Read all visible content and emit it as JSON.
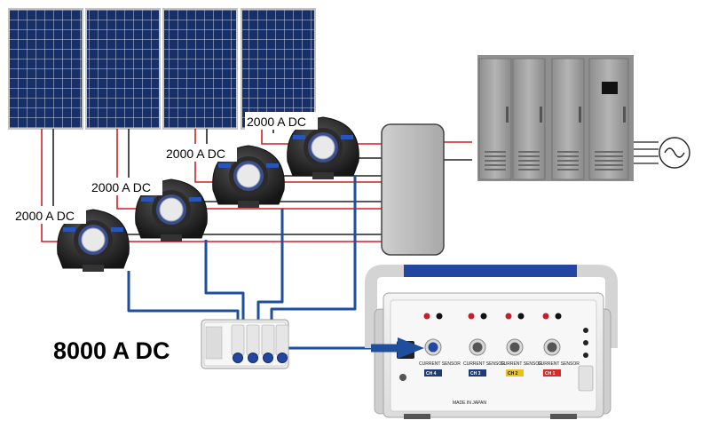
{
  "labels": {
    "sensor_rating": "2000 A DC",
    "total_rating": "8000 A DC"
  },
  "analyzer": {
    "channels": [
      {
        "tag": "CH 4",
        "caption": "CURRENT SENSOR",
        "color": "#1f3a78"
      },
      {
        "tag": "CH 3",
        "caption": "CURRENT SENSOR",
        "color": "#1f3a78"
      },
      {
        "tag": "CH 2",
        "caption": "CURRENT SENSOR",
        "color": "#e8c21a"
      },
      {
        "tag": "CH 1",
        "caption": "CURRENT SENSOR",
        "color": "#d92a2a"
      }
    ],
    "footer_text": "MADE IN JAPAN"
  },
  "colors": {
    "dc_positive": "#d21f26",
    "dc_negative": "#222222",
    "sensor_cable": "#1f4f9c",
    "panel_cell": "#162b63",
    "cabinet": "#9c9c9c"
  }
}
